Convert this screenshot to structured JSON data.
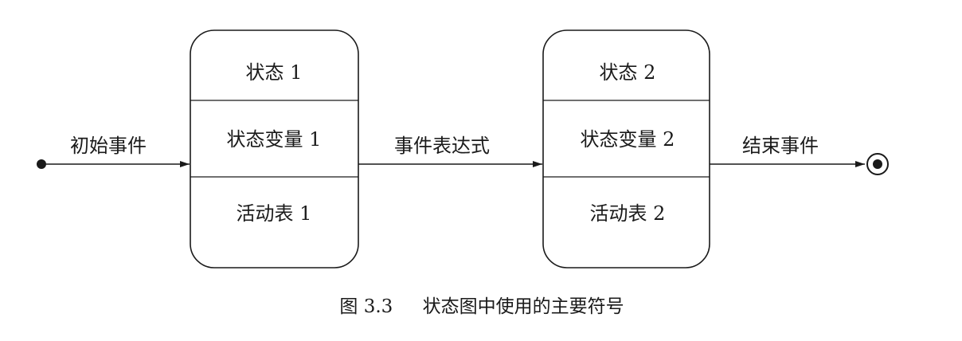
{
  "diagram": {
    "initial_event": "初始事件",
    "event_expression": "事件表达式",
    "end_event": "结束事件",
    "state1": {
      "name": "状态 1",
      "variables": "状态变量 1",
      "activities": "活动表 1"
    },
    "state2": {
      "name": "状态 2",
      "variables": "状态变量 2",
      "activities": "活动表 2"
    }
  },
  "caption": {
    "number": "图 3.3",
    "title": "状态图中使用的主要符号"
  },
  "colors": {
    "ink": "#1a1a1a",
    "background": "#ffffff"
  }
}
